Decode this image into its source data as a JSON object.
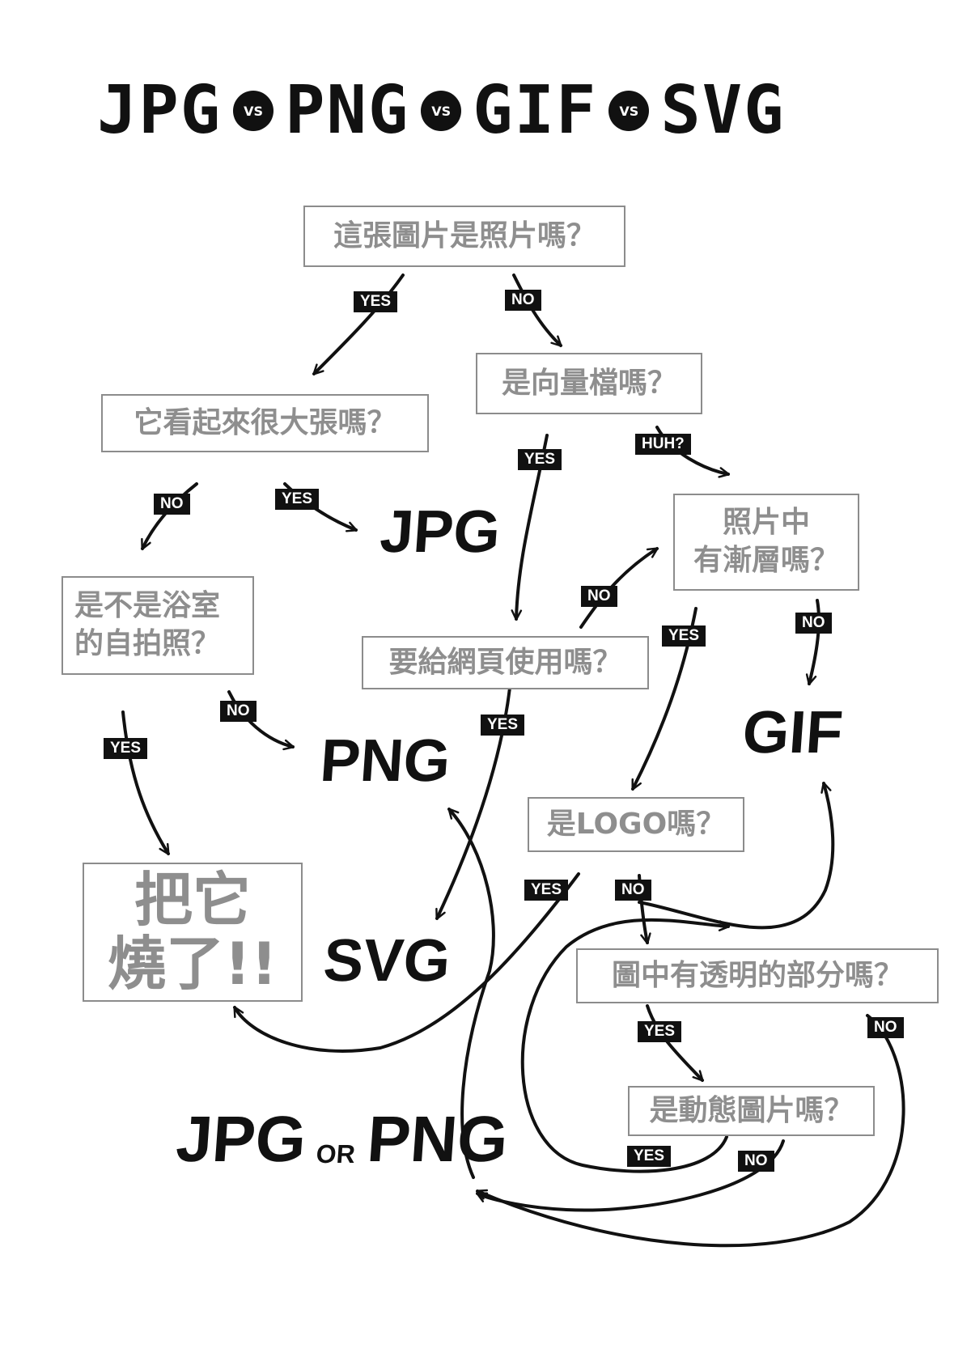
{
  "title": {
    "w1": "JPG",
    "w2": "PNG",
    "w3": "GIF",
    "w4": "SVG",
    "vs": "VS"
  },
  "questions": {
    "is_photo": "這張圖片是照片嗎？",
    "is_vector": "是向量檔嗎？",
    "is_large": "它看起來很大張嗎？",
    "gradient_l1": "照片中",
    "gradient_l2": "有漸層嗎？",
    "selfie_l1": "是不是浴室",
    "selfie_l2": "的自拍照？",
    "for_web": "要給網頁使用嗎？",
    "is_logo": "是LOGO嗎？",
    "transparent": "圖中有透明的部分嗎？",
    "animated": "是動態圖片嗎？"
  },
  "burn": {
    "l1": "把它",
    "l2": "燒了!!"
  },
  "answers": {
    "jpg": "JPG",
    "png": "PNG",
    "gif": "GIF",
    "svg": "SVG",
    "jpg_or_png_a": "JPG",
    "or": "OR",
    "jpg_or_png_b": "PNG"
  },
  "labels": {
    "yes": "YES",
    "no": "NO",
    "huh": "HUH?"
  },
  "colors": {
    "ink": "#111111",
    "box_gray": "#8e8e8e",
    "background": "#ffffff"
  }
}
